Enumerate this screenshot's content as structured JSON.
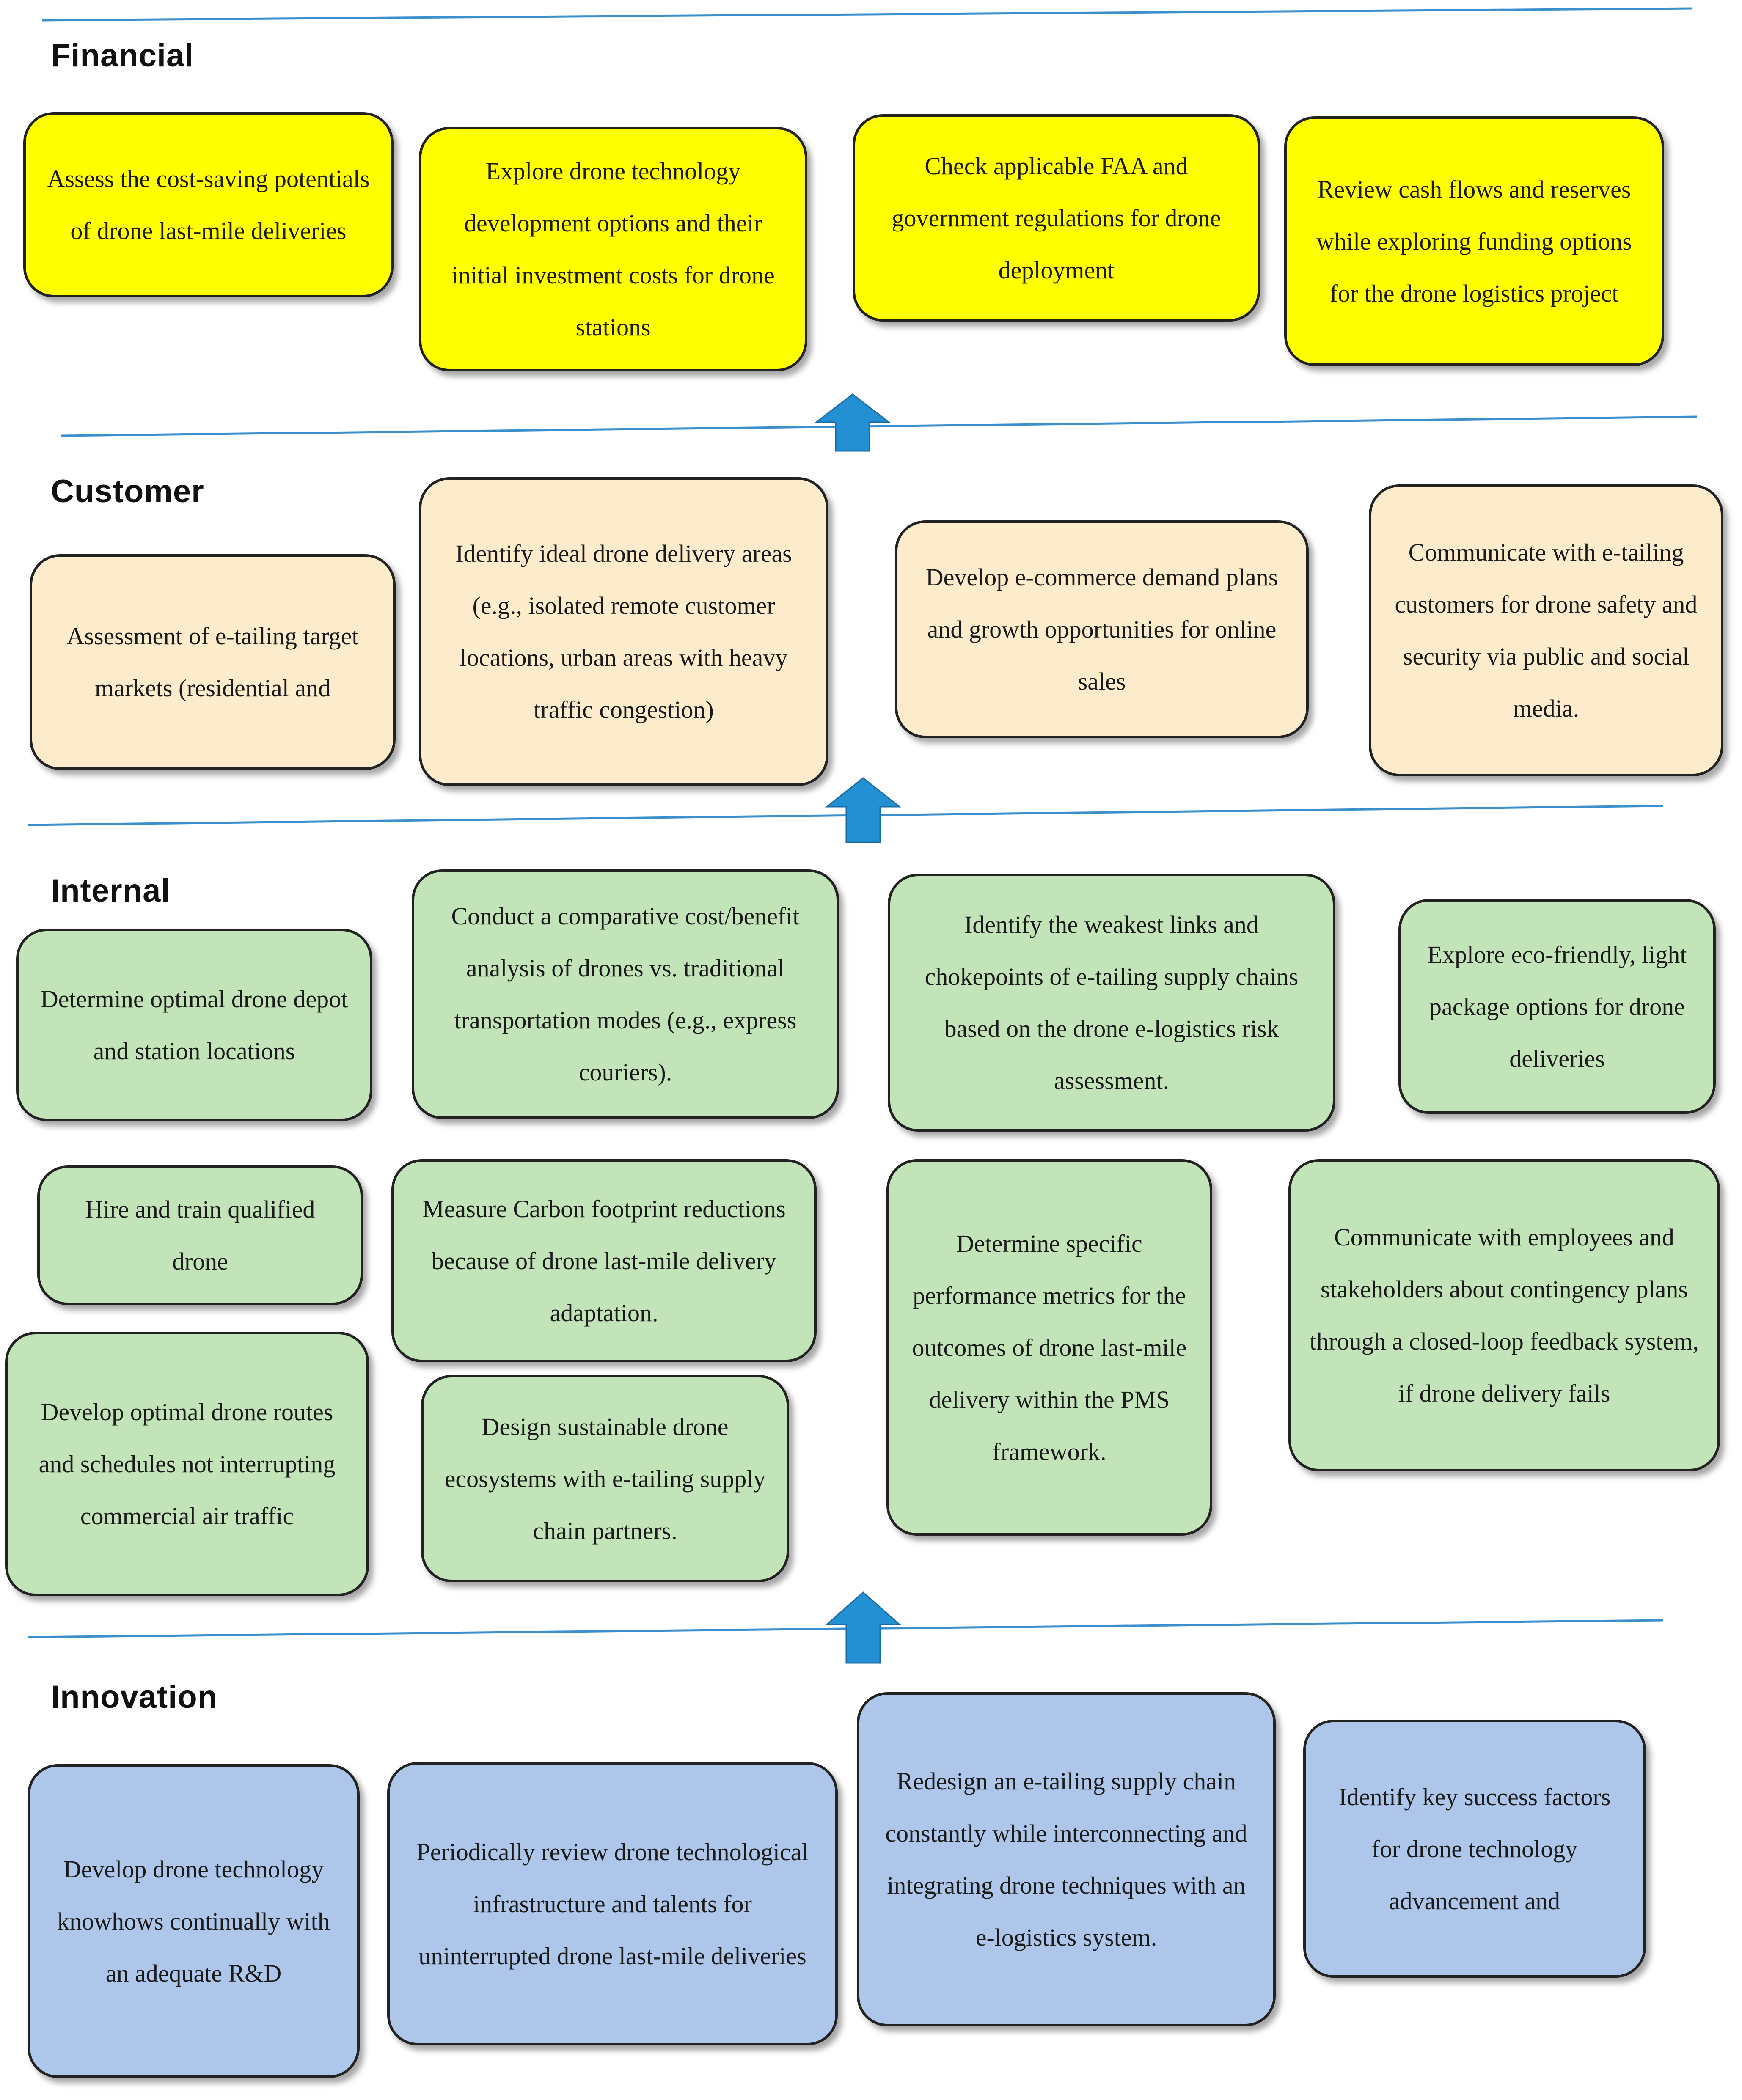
{
  "colors": {
    "financial": "#ffff00",
    "customer": "#fdeccb",
    "internal": "#c3e3b9",
    "innovation": "#adc6ea",
    "arrow": "#2490d4",
    "separator": "#3a8fcc"
  },
  "financial": {
    "title": "Financial",
    "boxes": [
      "Assess the cost-saving potentials of drone last-mile deliveries",
      "Explore drone technology development options and their initial investment costs for drone stations",
      "Check applicable FAA and government regulations for drone deployment",
      "Review cash flows and reserves while exploring funding options for the drone logistics project"
    ]
  },
  "customer": {
    "title": "Customer",
    "boxes": [
      "Assessment of e-tailing target markets (residential and",
      "Identify ideal drone delivery areas (e.g., isolated remote customer locations, urban areas with heavy traffic congestion)",
      "Develop e-commerce demand plans and growth opportunities for online sales",
      "Communicate with e-tailing customers for drone safety and security via public and social media."
    ]
  },
  "internal": {
    "title": "Internal",
    "boxes": [
      "Determine optimal drone depot and station locations",
      "Conduct a comparative cost/benefit analysis of drones vs. traditional transportation modes (e.g., express couriers).",
      "Identify the weakest links and chokepoints of e-tailing supply chains based on the drone e-logistics risk assessment.",
      "Explore eco-friendly, light package options for drone deliveries",
      "Hire and train qualified drone",
      "Measure Carbon footprint reductions because of drone last-mile delivery adaptation.",
      "Determine specific performance metrics for the outcomes of drone last-mile delivery within the PMS framework.",
      "Communicate with employees and stakeholders about contingency plans through a closed-loop feedback system, if drone delivery fails",
      "Develop optimal drone routes and schedules not interrupting commercial air traffic",
      "Design sustainable drone ecosystems with e-tailing supply chain partners."
    ]
  },
  "innovation": {
    "title": "Innovation",
    "boxes": [
      "Develop drone technology knowhows continually with an adequate R&D",
      "Periodically review drone technological infrastructure and talents for uninterrupted drone last-mile deliveries",
      "Redesign an e-tailing supply chain constantly while interconnecting and integrating drone techniques with an e-logistics system.",
      "Identify key success factors for drone technology advancement and"
    ]
  }
}
